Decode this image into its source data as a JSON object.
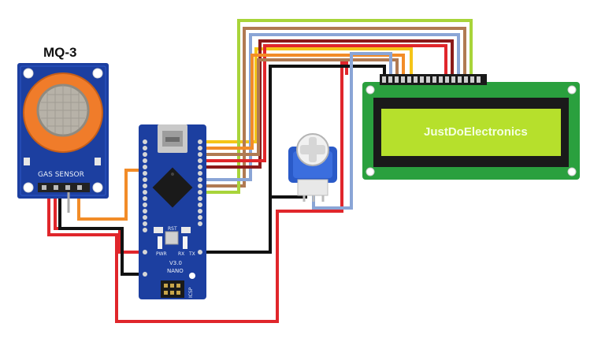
{
  "sensor": {
    "title": "MQ-3",
    "board_label": "GAS SENSOR"
  },
  "lcd": {
    "display_text": "JustDoElectronics",
    "backlight_color": "#b6e02c"
  },
  "arduino": {
    "board_name": "NANO",
    "version": "V3.0",
    "labels": [
      "TX",
      "RX",
      "RST",
      "PWR",
      "ICSP"
    ]
  },
  "colors": {
    "wire_red": "#e0262b",
    "wire_black": "#111111",
    "wire_orange": "#f28c28",
    "wire_yellow": "#f5c518",
    "wire_green": "#a8d43a",
    "wire_brown": "#b07a52",
    "wire_blue": "#8aa5d6",
    "wire_maroon": "#8b1a1a",
    "pcb_blue": "#1c3fa0",
    "sensor_orange": "#f07c2a"
  }
}
